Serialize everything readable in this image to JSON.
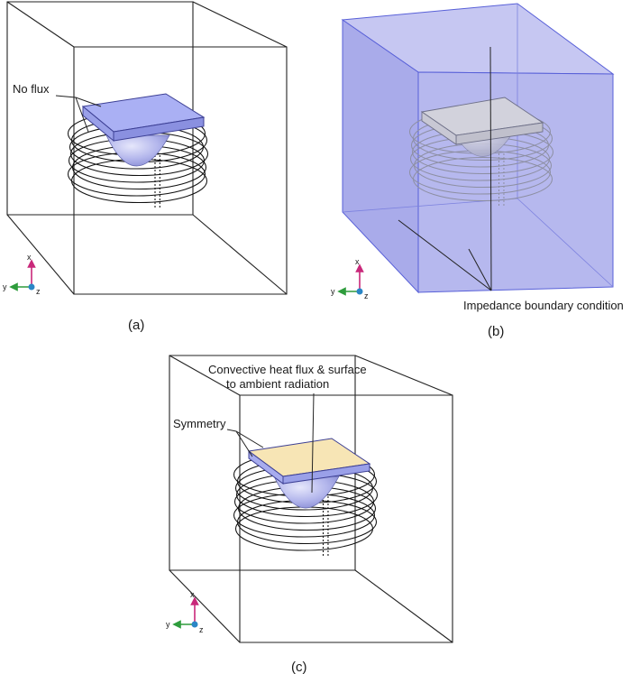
{
  "panels": {
    "a": {
      "caption": "(a)",
      "annotation": "No flux"
    },
    "b": {
      "caption": "(b)",
      "annotation": "Impedance boundary condition"
    },
    "c": {
      "caption": "(c)",
      "annotation_heat_line1": "Convective heat flux & surface",
      "annotation_heat_line2": "to ambient radiation",
      "annotation_symmetry": "Symmetry"
    }
  },
  "axes": {
    "x": "x",
    "y": "y",
    "z": "z"
  },
  "colors": {
    "plate_blue": "#aab0f4",
    "plate_yellow": "#f7e5b5",
    "air_domain": "#b4b6ef",
    "workpiece": "#c2c4ee",
    "axis_x": "#c9287a",
    "axis_y": "#2e9c3c",
    "axis_z": "#2a86c6"
  }
}
